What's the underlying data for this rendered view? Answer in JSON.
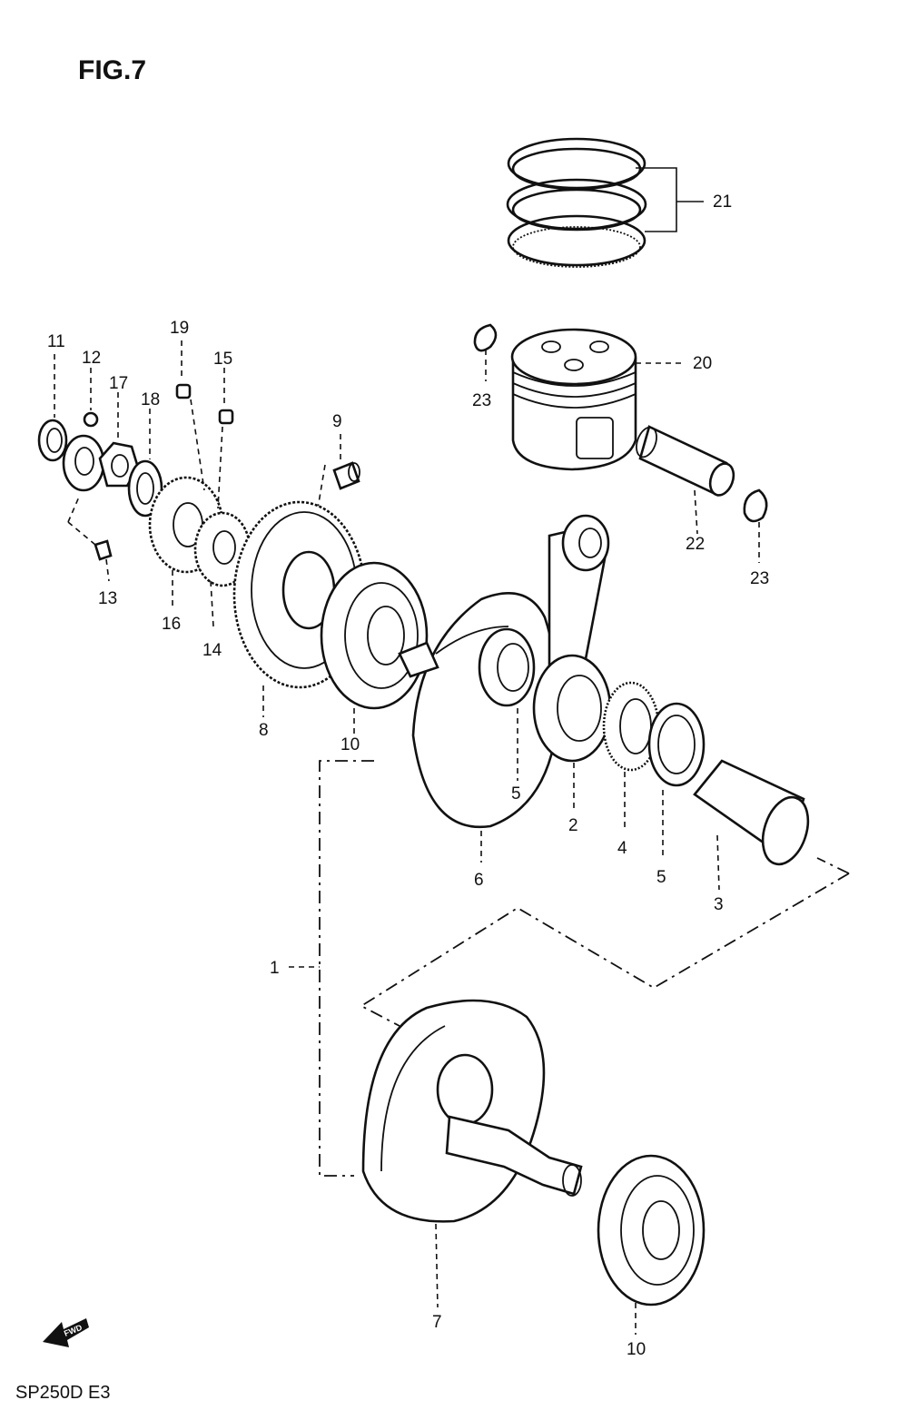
{
  "figure": {
    "title": "FIG.7",
    "model_code": "SP250D E3",
    "direction_mark": "FWD"
  },
  "callouts": {
    "c1": "1",
    "c2": "2",
    "c3": "3",
    "c4": "4",
    "c5a": "5",
    "c5b": "5",
    "c6": "6",
    "c7": "7",
    "c8": "8",
    "c9": "9",
    "c10a": "10",
    "c10b": "10",
    "c11": "11",
    "c12": "12",
    "c13": "13",
    "c14": "14",
    "c15": "15",
    "c16": "16",
    "c17": "17",
    "c18": "18",
    "c19": "19",
    "c20": "20",
    "c21": "21",
    "c22": "22",
    "c23a": "23",
    "c23b": "23"
  }
}
